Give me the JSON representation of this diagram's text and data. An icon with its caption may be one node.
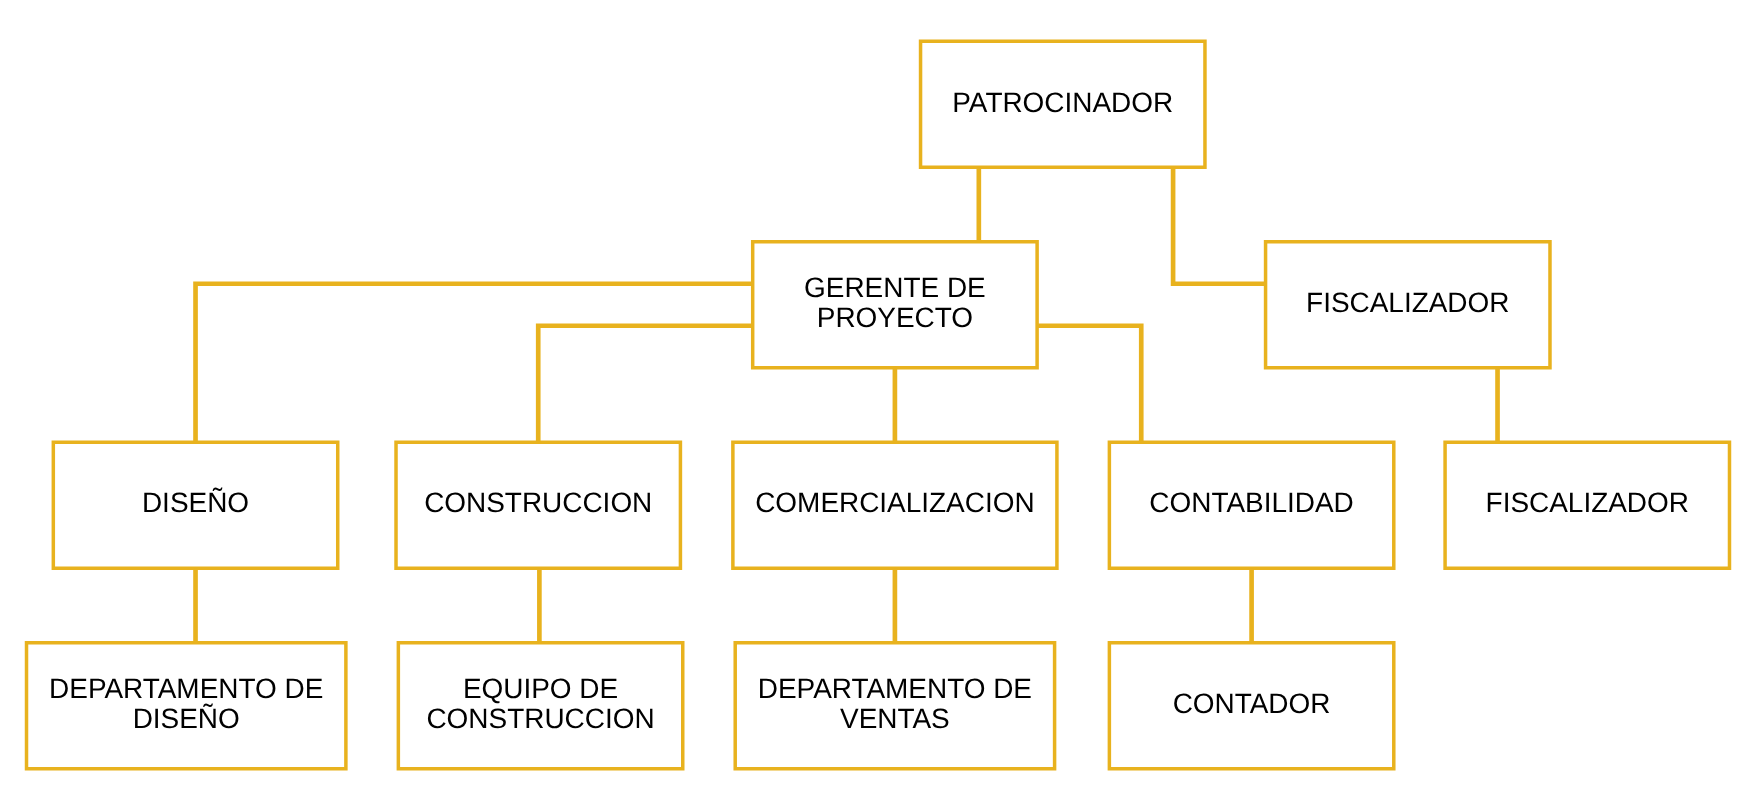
{
  "diagram": {
    "nodes": [
      {
        "text": [
          "PATROCINADOR"
        ]
      },
      {
        "text": [
          "GERENTE DE PROYECTO"
        ]
      },
      {
        "text": [
          "FISCALIZADOR"
        ]
      },
      {
        "text": [
          "DISEÑO"
        ]
      },
      {
        "text": [
          "CONSTRUCCION"
        ]
      },
      {
        "text": [
          "COMERCIALIZACION"
        ]
      },
      {
        "text": [
          "CONTABILIDAD"
        ]
      },
      {
        "text": [
          "FISCALIZADOR"
        ]
      },
      {
        "text": [
          "DEPARTAMENTO DE DISEÑO"
        ]
      },
      {
        "text": [
          "EQUIPO DE CONSTRUCCION"
        ]
      },
      {
        "text": [
          "DEPARTAMENTO DE VENTAS"
        ]
      },
      {
        "text": [
          "CONTADOR"
        ]
      }
    ],
    "edges": [
      {
        "from": 0,
        "to": 1,
        "arrow": "none"
      },
      {
        "from": 0,
        "to": 2,
        "arrow": "none"
      },
      {
        "from": 1,
        "to": 3,
        "arrow": "none"
      },
      {
        "from": 1,
        "to": 4,
        "arrow": "none"
      },
      {
        "from": 1,
        "to": 5,
        "arrow": "none"
      },
      {
        "from": 1,
        "to": 6,
        "arrow": "none"
      },
      {
        "from": 2,
        "to": 7,
        "arrow": "none"
      },
      {
        "from": 3,
        "to": 8,
        "arrow": "none"
      },
      {
        "from": 4,
        "to": 9,
        "arrow": "none"
      },
      {
        "from": 5,
        "to": 10,
        "arrow": "none"
      },
      {
        "from": 6,
        "to": 11,
        "arrow": "none"
      }
    ]
  }
}
